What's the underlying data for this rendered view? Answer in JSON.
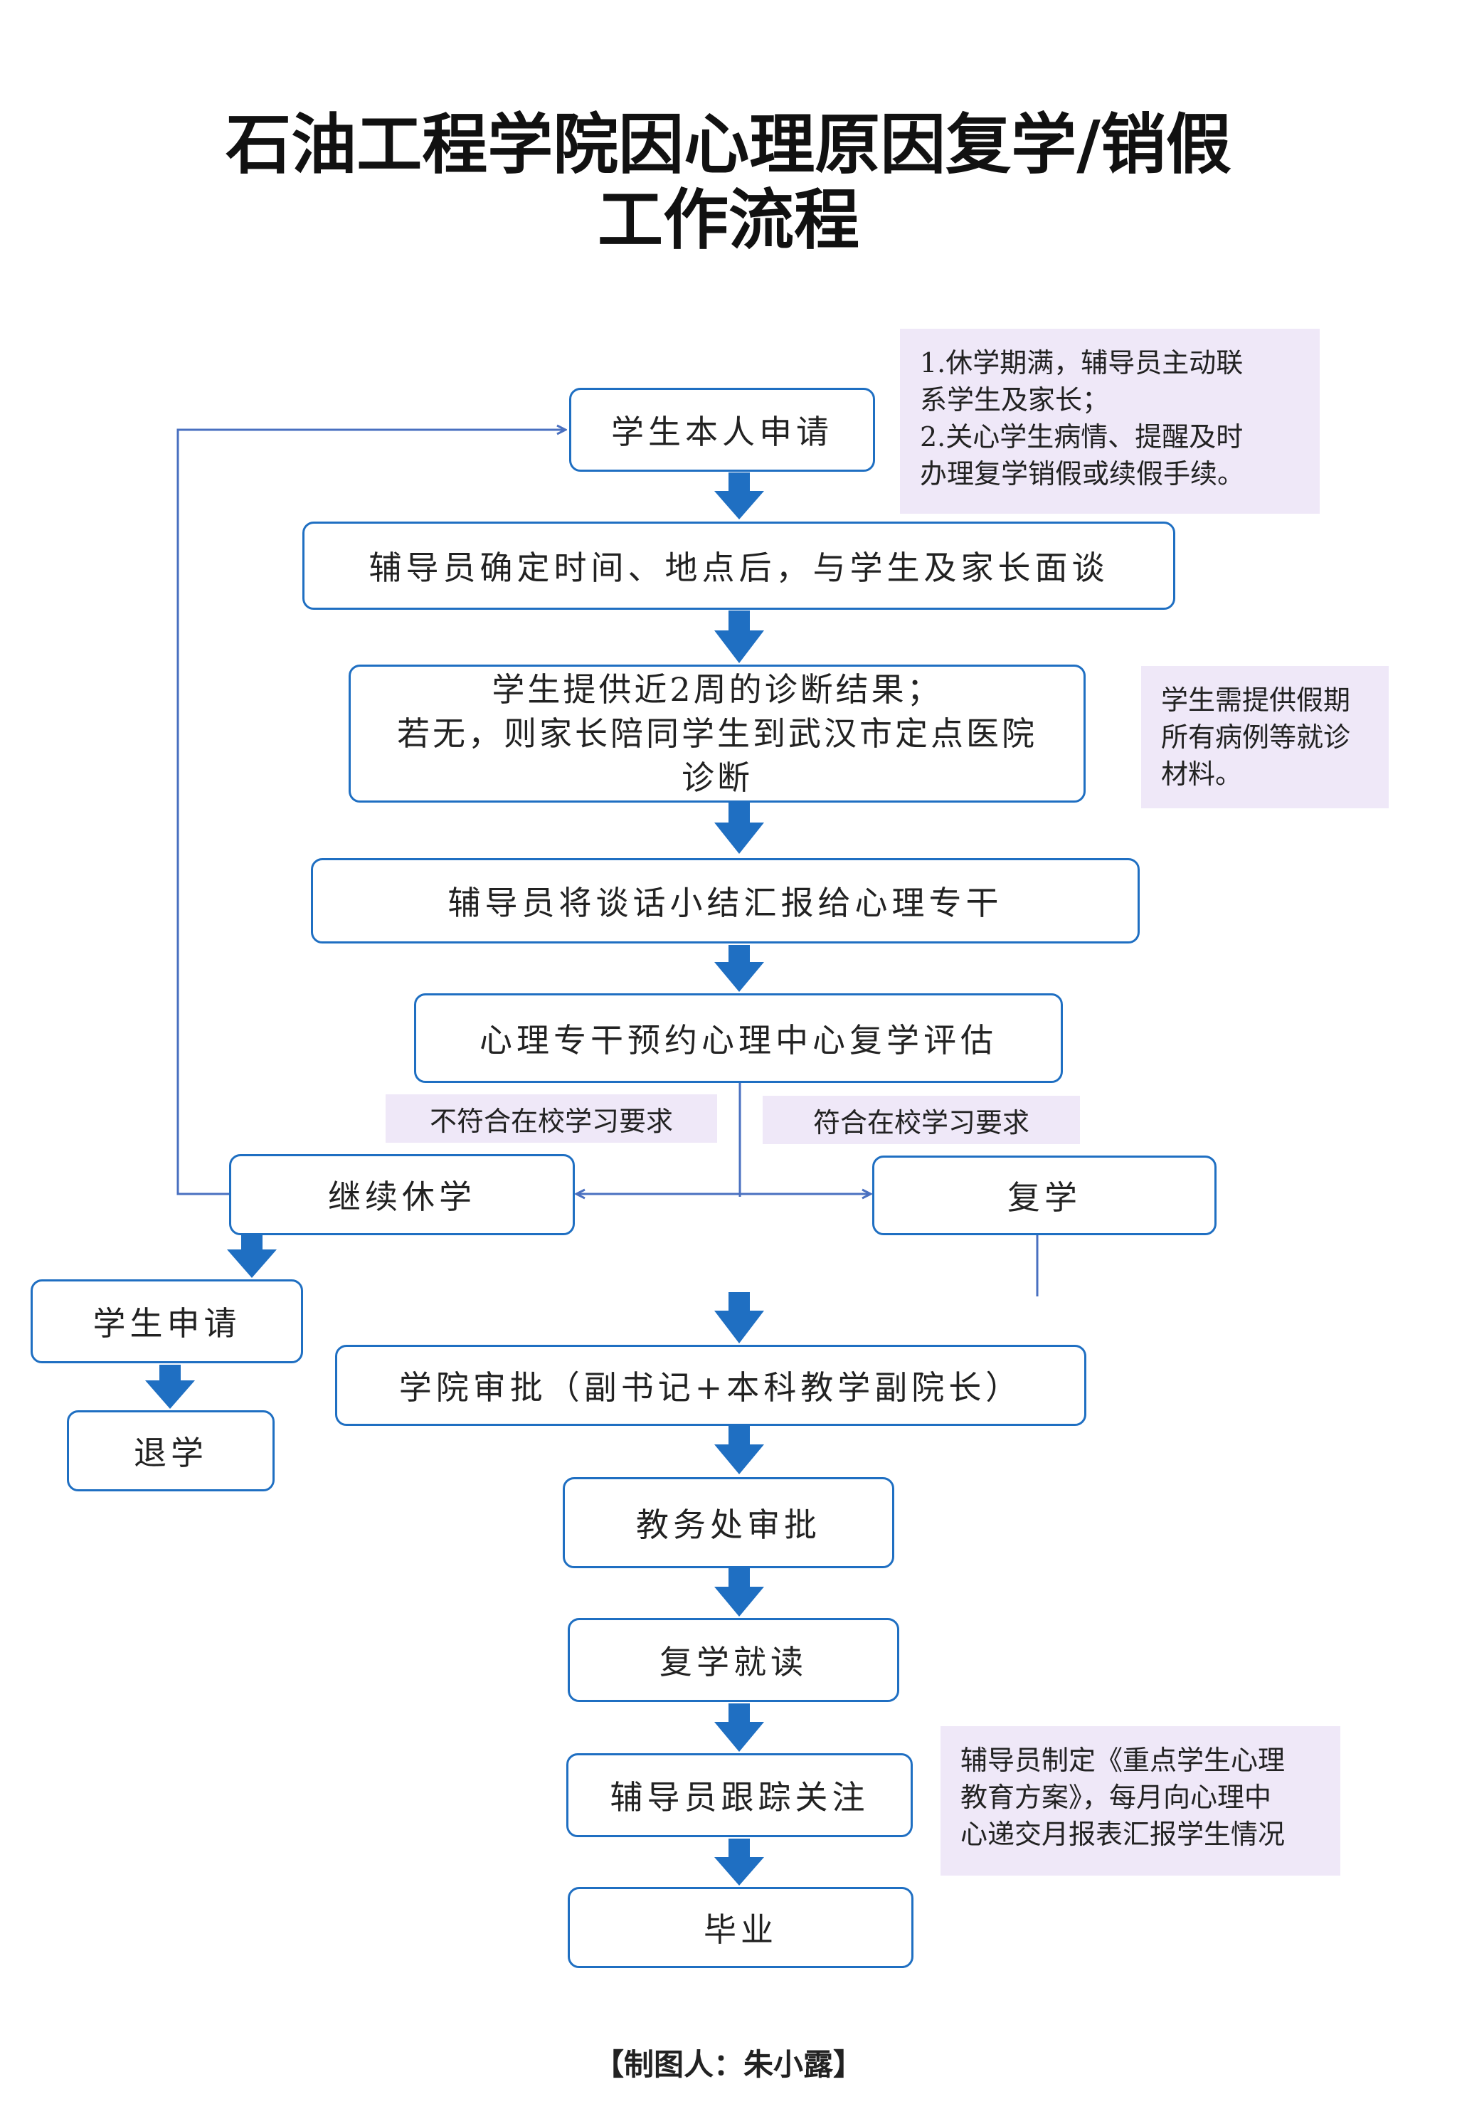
{
  "title": {
    "line1": "石油工程学院因心理原因复学/销假",
    "line2": "工作流程"
  },
  "steps": {
    "apply": "学生本人申请",
    "interview": "辅导员确定时间、地点后，与学生及家长面谈",
    "diagnosis_line1": "学生提供近2周的诊断结果；",
    "diagnosis_line2": "若无，则家长陪同学生到武汉市定点医院",
    "diagnosis_line3": "诊断",
    "report": "辅导员将谈话小结汇报给心理专干",
    "assess": "心理专干预约心理中心复学评估",
    "continue_leave": "继续休学",
    "resume": "复学",
    "student_apply": "学生申请",
    "withdraw": "退学",
    "college_approve": "学院审批（副书记+本科教学副院长）",
    "office_approve": "教务处审批",
    "resume_study": "复学就读",
    "follow_up": "辅导员跟踪关注",
    "graduate": "毕业"
  },
  "branches": {
    "not_meet": "不符合在校学习要求",
    "meet": "符合在校学习要求"
  },
  "notes": {
    "note1": [
      "1.休学期满，辅导员主动联",
      "系学生及家长；",
      "2.关心学生病情、提醒及时",
      "办理复学销假或续假手续。"
    ],
    "note2": [
      "学生需提供假期",
      "所有病例等就诊",
      "材料。"
    ],
    "note3": [
      "辅导员制定《重点学生心理",
      "教育方案》，每月向心理中",
      "心递交月报表汇报学生情况"
    ]
  },
  "footer": "【制图人：朱小露】",
  "colors": {
    "box_border": "#1f6fc2",
    "arrow": "#1f6fc2",
    "note_bg": "#efe8f8",
    "connector": "#4a70c0"
  }
}
